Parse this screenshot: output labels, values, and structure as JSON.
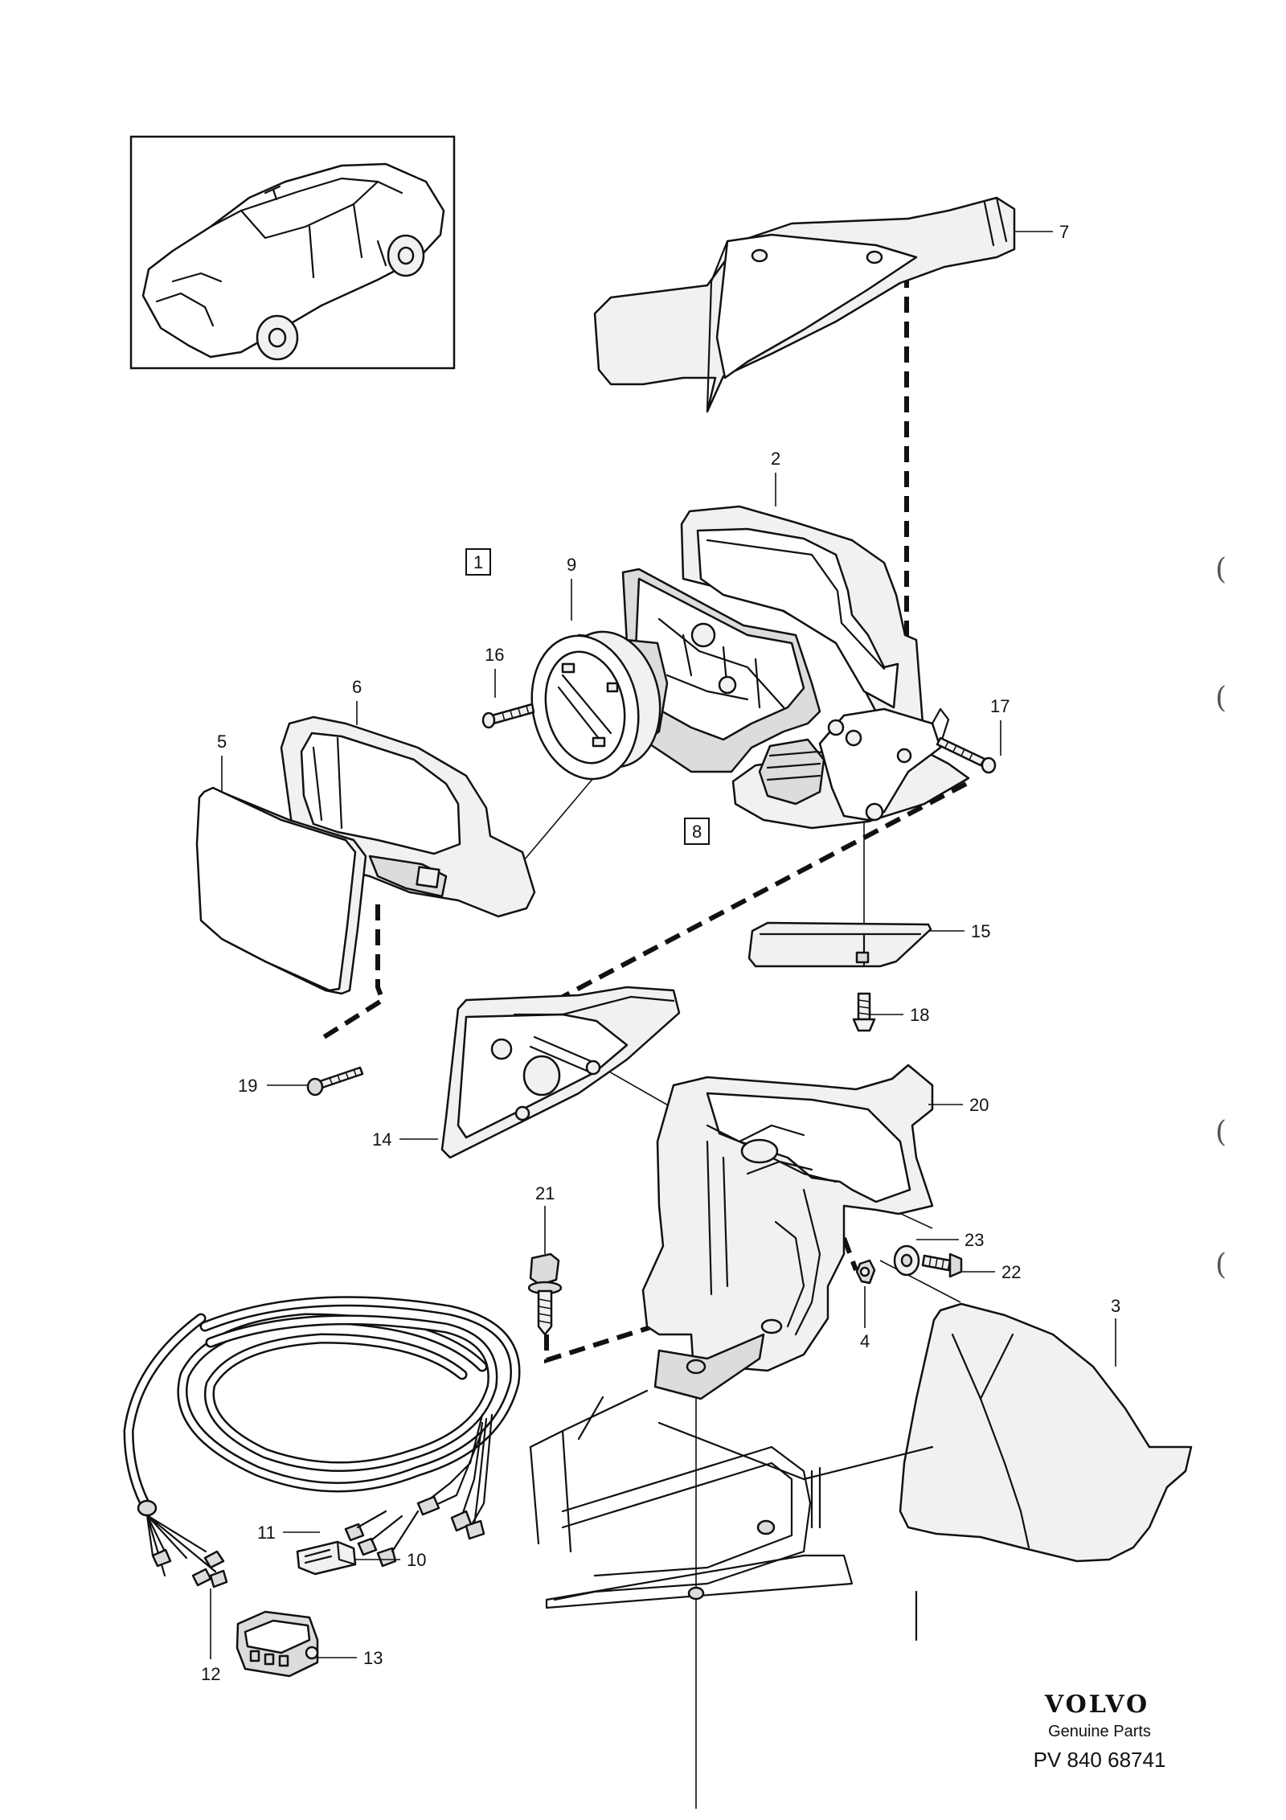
{
  "callouts": [
    "7",
    "2",
    "1",
    "9",
    "16",
    "6",
    "5",
    "17",
    "8",
    "15",
    "18",
    "19",
    "14",
    "20",
    "21",
    "23",
    "22",
    "4",
    "3",
    "11",
    "10",
    "12",
    "13"
  ],
  "boxed_callouts": [
    "1",
    "8"
  ],
  "brand": {
    "logo_text": "VOLVO",
    "subtitle": "Genuine Parts",
    "reference": "PV 840 68741"
  },
  "margin_marks": [
    "(",
    "(",
    "(",
    "(",
    "("
  ],
  "icons": {
    "inset": "car-location-thumbnail-icon",
    "mirror_glass": "mirror-glass-icon",
    "mirror_housing": "mirror-housing-icon",
    "cover_cap": "mirror-cover-cap-icon",
    "bracket": "mirror-bracket-icon",
    "cable_harness": "wiring-harness-icon",
    "connector": "connector-block-icon"
  },
  "colors": {
    "ink": "#111111",
    "paper": "#ffffff",
    "shade": "#dcdcdc"
  }
}
